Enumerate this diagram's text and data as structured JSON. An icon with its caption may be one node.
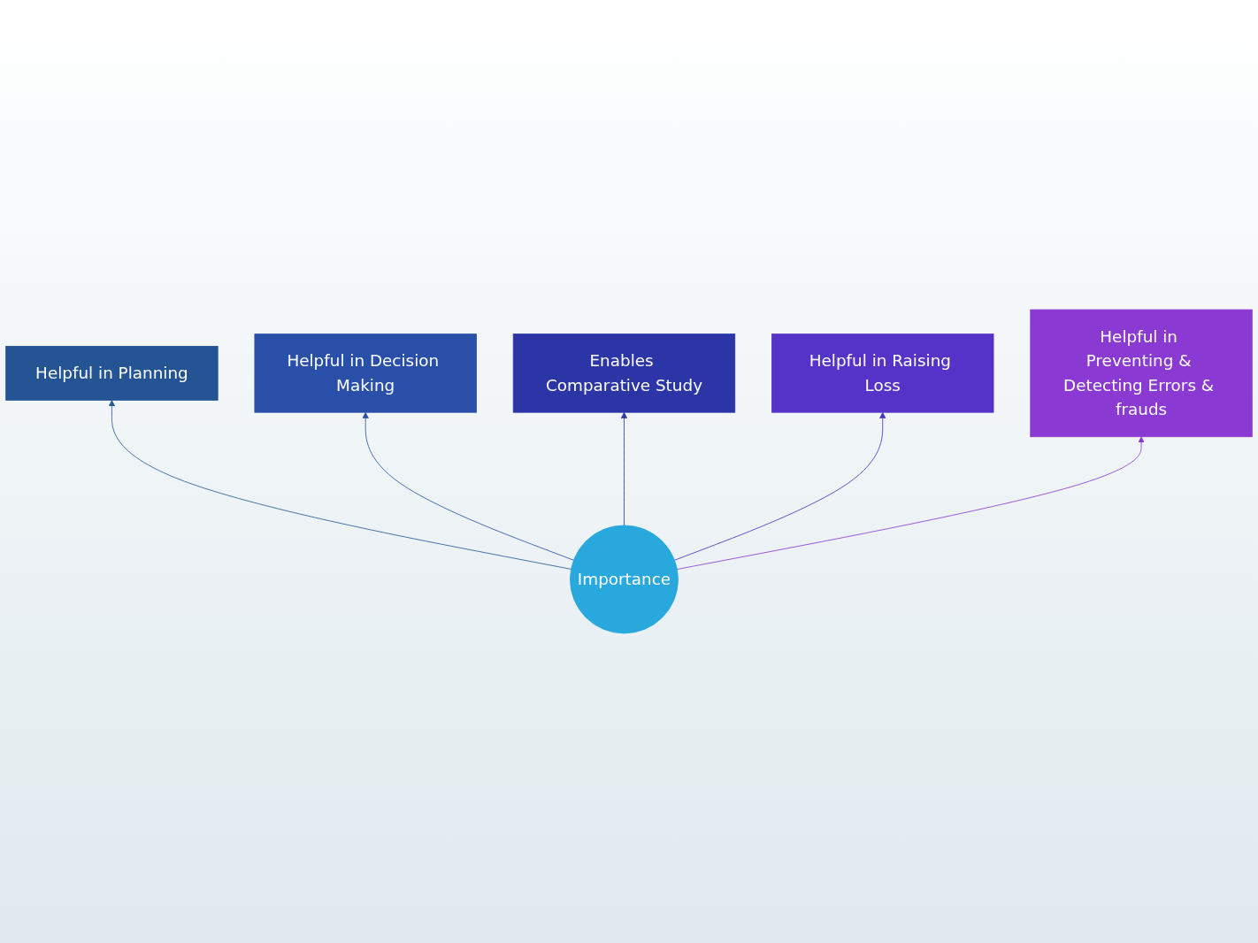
{
  "diagram": {
    "nodes": [
      {
        "text": [
          "Enables Comparative Study"
        ]
      },
      {
        "text": [
          "Helpful in Decision Making"
        ]
      },
      {
        "text": [
          "Helpful in Raising Loss"
        ]
      },
      {
        "text": [
          "Helpful in Planning"
        ]
      },
      {
        "text": [
          "Importance"
        ]
      },
      {
        "text": [
          "Helpful in Preventing & Detecting Errors & frauds"
        ]
      }
    ],
    "edges": [
      {
        "from": 4,
        "to": 3,
        "arrow": "to",
        "color": "#255a9a"
      },
      {
        "from": 4,
        "to": 1,
        "arrow": "to",
        "color": "#2a4fa8"
      },
      {
        "from": 4,
        "to": 0,
        "arrow": "to",
        "color": "#2b3bab"
      },
      {
        "from": 4,
        "to": 2,
        "arrow": "to",
        "color": "#4a30c2"
      },
      {
        "from": 4,
        "to": 5,
        "arrow": "to",
        "color": "#8a3ad2"
      }
    ]
  }
}
